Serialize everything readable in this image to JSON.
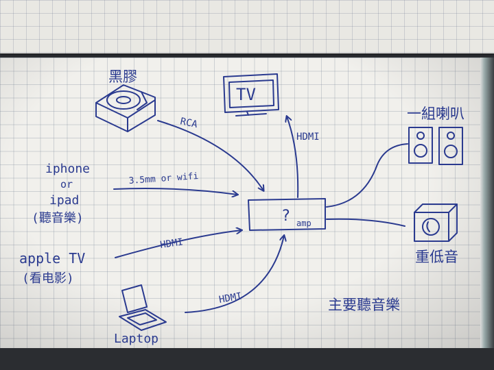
{
  "nodes": {
    "turntable": "黑膠",
    "tv": "TV",
    "speakers": "一組喇叭",
    "iphone_line1": "iphone",
    "iphone_line2": "or",
    "iphone_line3": "ipad",
    "iphone_line4": "(聽音樂)",
    "appletv_line1": "apple TV",
    "appletv_line2": "(看电影)",
    "amp_q": "?",
    "amp_label": "amp",
    "subwoofer": "重低音",
    "laptop": "Laptop"
  },
  "edges": {
    "rca": "RCA",
    "hdmi_tv": "HDMI",
    "phone": "3.5mm or wifi",
    "hdmi_appletv": "HDMI",
    "hdmi_laptop": "HDMI"
  },
  "note": "主要聽音樂",
  "ink_color": "#2a3a8f"
}
